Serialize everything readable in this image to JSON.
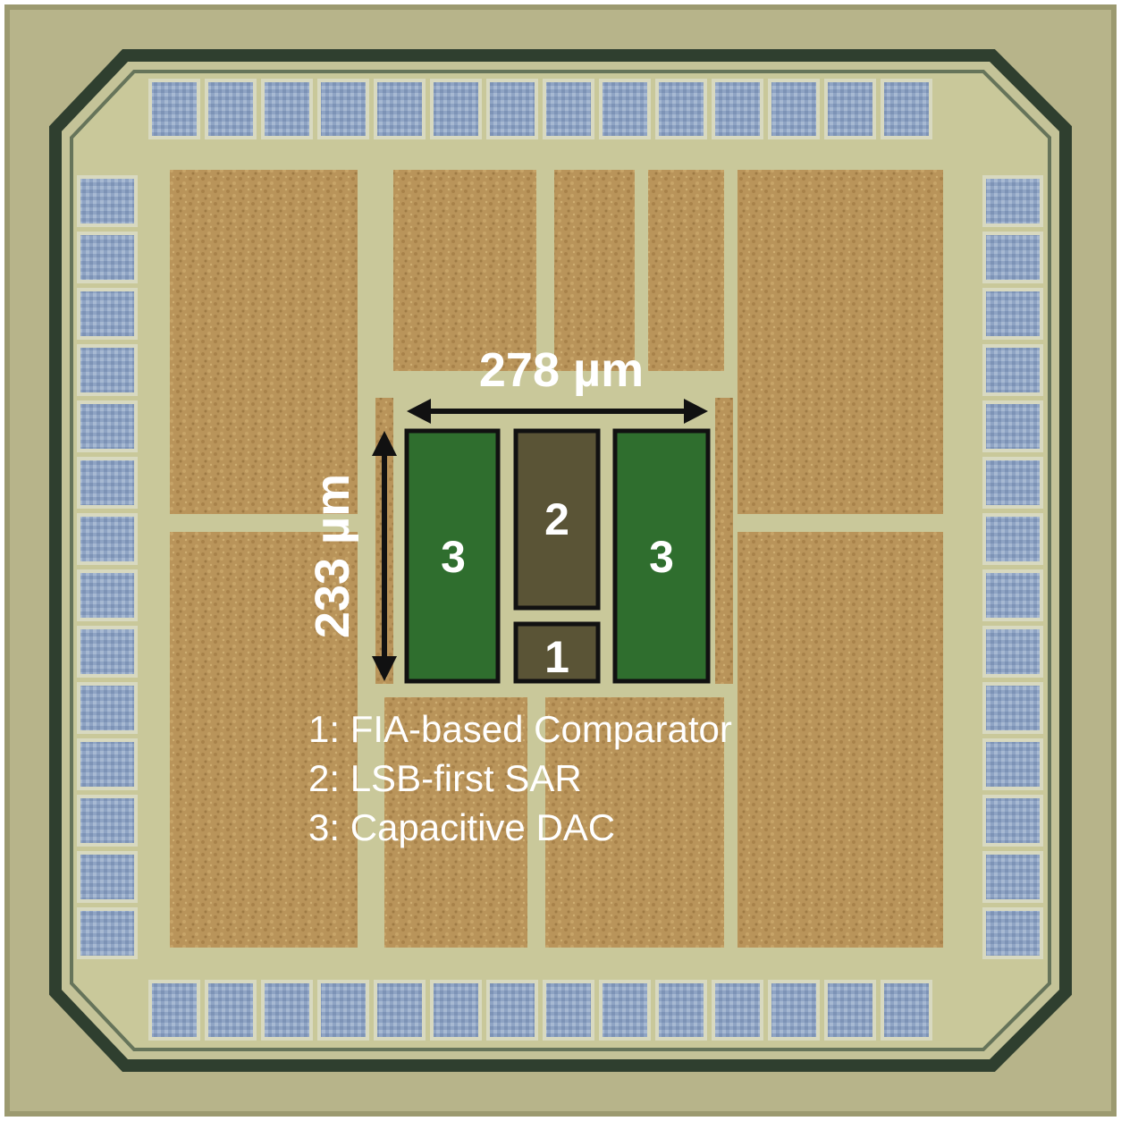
{
  "colors": {
    "background": "#ffffff",
    "substrate": "#b7b48a",
    "seal_ring": "#2f3f2f",
    "pad": "#8fa4c4",
    "pad_frame": "#d8d9c0",
    "core_fill": "#b9945a",
    "wiring": "#c9c89a",
    "block_green": "#2f6e2e",
    "block_dark": "#5a5436",
    "outline": "#111111",
    "text": "#ffffff"
  },
  "annotations": {
    "width_label": "278 µm",
    "height_label": "233 µm"
  },
  "blocks": {
    "dac_left": "3",
    "sar": "2",
    "comparator": "1",
    "dac_right": "3"
  },
  "legend": [
    "1: FIA-based Comparator",
    "2: LSB-first SAR",
    "3: Capacitive DAC"
  ]
}
